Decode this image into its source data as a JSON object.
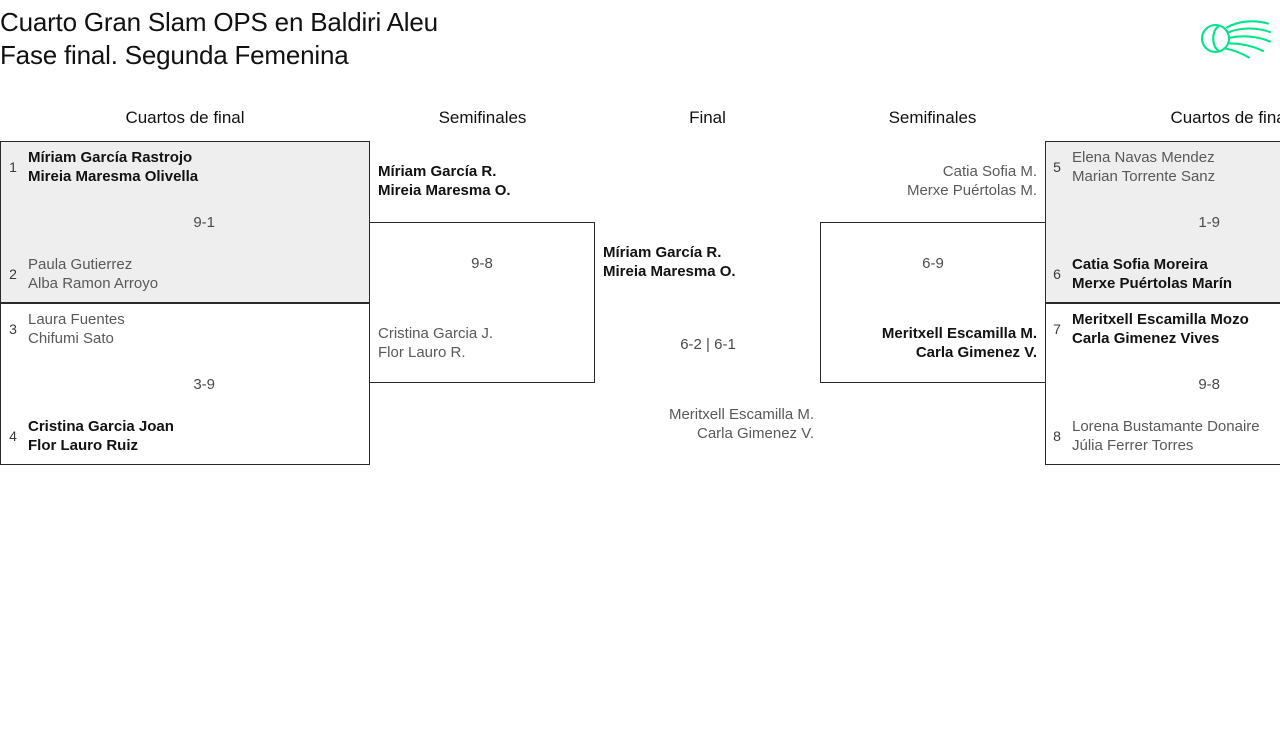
{
  "header": {
    "title_line1": "Cuarto Gran Slam OPS en Baldiri Aleu",
    "title_line2": "Fase final. Segunda Femenina",
    "logo_name": "tennis-ball-swoosh-logo",
    "logo_color": "#00e58a"
  },
  "rounds": [
    {
      "label": "Cuartos de final",
      "side": "left"
    },
    {
      "label": "Semifinales",
      "side": "left"
    },
    {
      "label": "Final",
      "side": "center"
    },
    {
      "label": "Semifinales",
      "side": "right"
    },
    {
      "label": "Cuartos de final",
      "side": "right"
    }
  ],
  "bracket": {
    "qf_left": [
      {
        "score": "9-1",
        "top": {
          "seed": "1",
          "name1": "Míriam García Rastrojo",
          "name2": "Mireia Maresma Olivella",
          "result": "winner"
        },
        "bottom": {
          "seed": "2",
          "name1": "Paula Gutierrez",
          "name2": "Alba Ramon Arroyo",
          "result": "loser"
        }
      },
      {
        "score": "3-9",
        "top": {
          "seed": "3",
          "name1": "Laura Fuentes",
          "name2": "Chifumi Sato",
          "result": "loser"
        },
        "bottom": {
          "seed": "4",
          "name1": "Cristina Garcia Joan",
          "name2": "Flor Lauro Ruiz",
          "result": "winner"
        }
      }
    ],
    "sf_left": {
      "score": "9-8",
      "top": {
        "name1": "Míriam García R.",
        "name2": "Mireia Maresma O.",
        "result": "winner"
      },
      "bottom": {
        "name1": "Cristina Garcia J.",
        "name2": "Flor Lauro R.",
        "result": "loser"
      }
    },
    "final": {
      "score": "6-2 | 6-1",
      "top": {
        "name1": "Míriam García R.",
        "name2": "Mireia Maresma O.",
        "result": "winner"
      },
      "bottom": {
        "name1": "Meritxell Escamilla M.",
        "name2": "Carla Gimenez V.",
        "result": "loser"
      }
    },
    "sf_right": {
      "score": "6-9",
      "top": {
        "name1": "Catia Sofia M.",
        "name2": "Merxe Puértolas M.",
        "result": "loser"
      },
      "bottom": {
        "name1": "Meritxell Escamilla M.",
        "name2": "Carla Gimenez V.",
        "result": "winner"
      }
    },
    "qf_right": [
      {
        "score": "1-9",
        "top": {
          "seed": "5",
          "name1": "Elena Navas Mendez",
          "name2": "Marian Torrente Sanz",
          "result": "loser"
        },
        "bottom": {
          "seed": "6",
          "name1": "Catia Sofia Moreira",
          "name2": "Merxe Puértolas Marín",
          "result": "winner"
        }
      },
      {
        "score": "9-8",
        "top": {
          "seed": "7",
          "name1": "Meritxell Escamilla Mozo",
          "name2": "Carla Gimenez Vives",
          "result": "winner"
        },
        "bottom": {
          "seed": "8",
          "name1": "Lorena Bustamante Donaire",
          "name2": "Júlia Ferrer Torres",
          "result": "loser"
        }
      }
    ]
  }
}
